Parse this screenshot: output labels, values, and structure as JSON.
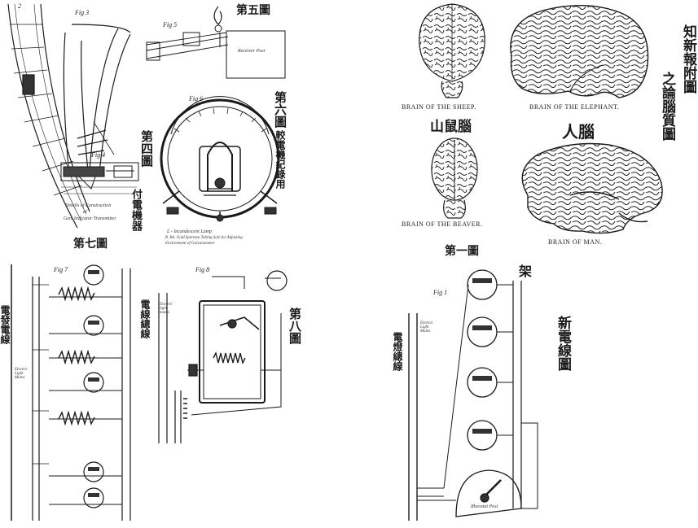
{
  "left_plate": {
    "fig_labels": {
      "fig2": "2",
      "fig3": "Fig 3",
      "fig4": "Fig 4",
      "fig5": "Fig 5",
      "fig6": "Fig 6",
      "fig7": "Fig 7",
      "fig8": "Fig 8"
    },
    "fig5_box_label": "Receiver Post",
    "fig4_caption_1": "Details of Construction",
    "fig4_caption_2": "of",
    "fig4_caption_3": "Gem Indicator Transmitter",
    "fig6_caption_1": "L - Incandescent Lamp",
    "fig6_caption_2": "R. Rd. Gold Spermen Tubing Sole for Adjusting",
    "fig6_caption_3": "Environment of Galvanometer",
    "heading_fig5": "第五圖",
    "heading_fig6": "第六圖",
    "heading_fig4": "第四圖",
    "heading_fig7": "第七圖",
    "heading_fig8": "第八圖",
    "vert_fig6_desc": "較電機紀錄用",
    "vert_fig4_desc": "付電機器",
    "vert_fig7_desc": "電發電線",
    "vert_fig8_desc": "電線總線",
    "wire_label_1": "Electric Light Mains",
    "wire_label_2": "Electric light mains"
  },
  "right_plate": {
    "side_title_1": "知新報附圖",
    "side_title_2": "之論腦質圖",
    "brain_sheep": "BRAIN OF THE SHEEP.",
    "brain_elephant": "BRAIN OF THE ELEPHANT.",
    "brain_beaver": "BRAIN OF THE BEAVER.",
    "brain_man": "BRAIN OF MAN.",
    "label_beaver_cjk": "山鼠腦",
    "label_man_cjk": "人腦",
    "heading_fig1": "第一圖",
    "label_frame": "架",
    "vert_fig1_desc": "新電線圖",
    "vert_mains": "電燈總線",
    "fig1_label": "Fig 1",
    "mains_label": "Electric Light Mains",
    "switch_label": "Rheostat Post"
  }
}
